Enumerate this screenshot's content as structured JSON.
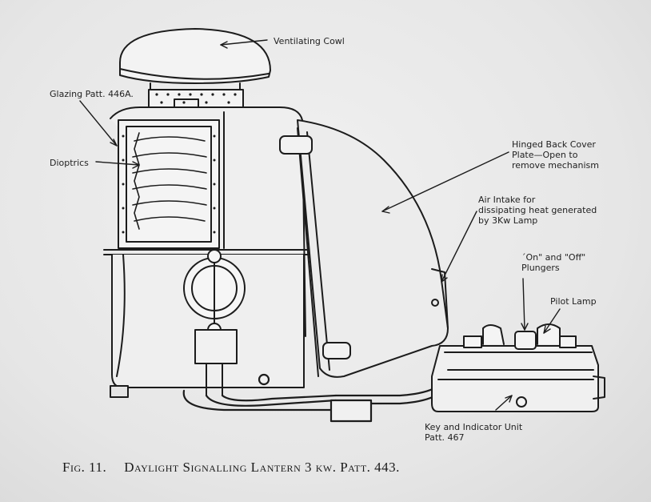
{
  "labels": {
    "ventilating_cowl": "Ventilating Cowl",
    "glazing": "Glazing Patt. 446A.",
    "dioptrics": "Dioptrics",
    "hinged_back_cover": "Hinged Back Cover\nPlate—Open to\nremove mechanism",
    "air_intake": "Air Intake for\ndissipating heat generated\nby 3Kw Lamp",
    "on_off_plungers": "´On\" and \"Off\"\nPlungers",
    "pilot_lamp": "Pilot Lamp",
    "key_indicator": "Key and Indicator Unit\nPatt. 467"
  },
  "caption": {
    "figure": "Fig. 11.",
    "title": "Daylight Signalling Lantern 3 kw. Patt. 443."
  },
  "colors": {
    "ink": "#1c1c1c",
    "paper": "#e9e9e9"
  }
}
